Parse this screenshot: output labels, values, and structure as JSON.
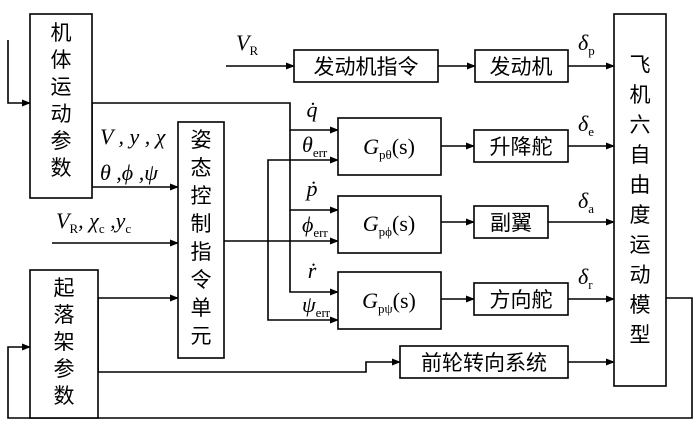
{
  "blocks": {
    "body_params": [
      "机",
      "体",
      "运",
      "动",
      "参",
      "数"
    ],
    "gear_params": [
      "起",
      "落",
      "架",
      "参",
      "数"
    ],
    "attitude_unit": [
      "姿",
      "态",
      "控",
      "制",
      "指",
      "令",
      "单",
      "元"
    ],
    "six_dof": [
      "飞",
      "机",
      "六",
      "自",
      "由",
      "度",
      "运",
      "动",
      "模",
      "型"
    ],
    "engine_cmd": "发动机指令",
    "engine": "发动机",
    "elevator": "升降舵",
    "aileron": "副翼",
    "rudder": "方向舵",
    "nose_steer": "前轮转向系统"
  },
  "controllers": [
    {
      "G": "G",
      "sub": "pθ",
      "arg": "(s)"
    },
    {
      "G": "G",
      "sub": "pϕ",
      "arg": "(s)"
    },
    {
      "G": "G",
      "sub": "pψ",
      "arg": "(s)"
    }
  ],
  "signals": {
    "vr_top": {
      "main": "V",
      "sub": "R"
    },
    "state_line1": "V , y , χ",
    "state_line2": "θ ,ϕ ,ψ",
    "vr_input": {
      "v": "V",
      "v_sub": "R",
      "chi": ", χ",
      "chi_sub": "c",
      "y": " ,y",
      "y_sub": "c"
    },
    "q_dot": "q̇",
    "theta_err": {
      "main": "θ",
      "sub": "err"
    },
    "p_dot": "ṗ",
    "phi_err": {
      "main": "ϕ",
      "sub": "err"
    },
    "r_dot": "ṙ",
    "psi_err": {
      "main": "ψ",
      "sub": "err"
    },
    "delta_p": {
      "main": "δ",
      "sub": "p"
    },
    "delta_e": {
      "main": "δ",
      "sub": "e"
    },
    "delta_a": {
      "main": "δ",
      "sub": "a"
    },
    "delta_r": {
      "main": "δ",
      "sub": "r"
    }
  }
}
